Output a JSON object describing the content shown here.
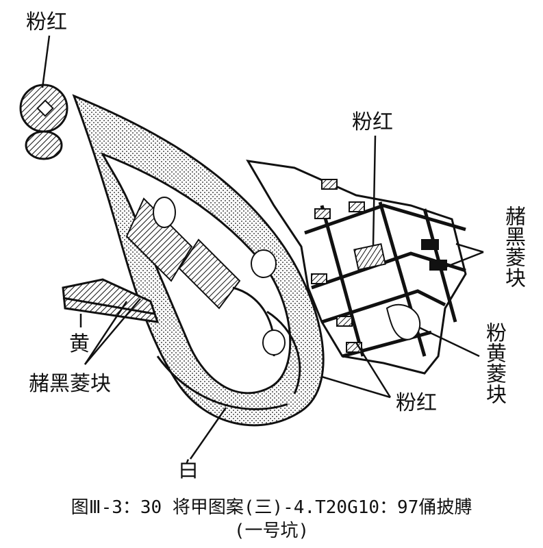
{
  "labels": {
    "top_left": "粉红",
    "top_mid": "粉红",
    "right_upper": "赭黑菱块",
    "left_yellow": "黄",
    "left_lozenge": "赭黑菱块",
    "bottom_pink": "粉红",
    "right_lower": "粉黄菱块",
    "white": "白"
  },
  "caption": {
    "line1": "图Ⅲ-3：30  将甲图案(三)-4.T20G10：97俑披膊",
    "line2": "(一号坑)"
  }
}
